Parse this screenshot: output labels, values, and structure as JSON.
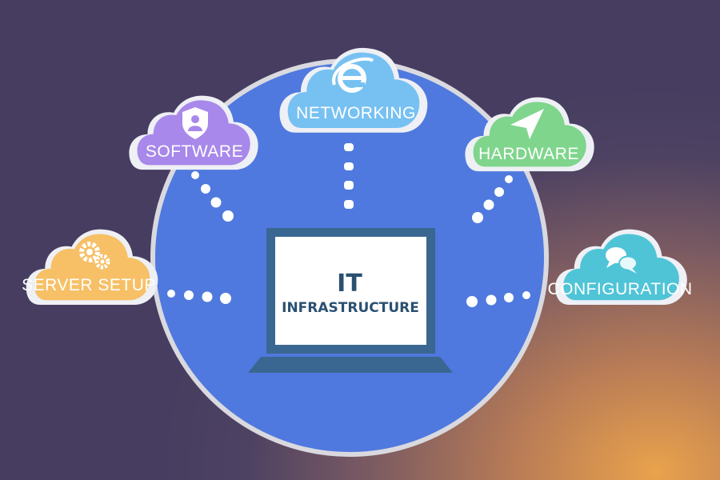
{
  "colors": {
    "circle": "#4f79de",
    "circle_border": "#d9d9df",
    "laptop": "#3a6791",
    "screen": "#ffffff",
    "software": "#a888ea",
    "networking": "#77c1f2",
    "hardware": "#7fd58c",
    "server_setup": "#f7c066",
    "configuration": "#4fc4d7",
    "dots": "#ffffff"
  },
  "center": {
    "title": "IT",
    "subtitle": "INFRASTRUCTURE"
  },
  "clouds": {
    "networking": {
      "label": "NETWORKING",
      "icon": "internet-explorer-icon"
    },
    "software": {
      "label": "SOFTWARE",
      "icon": "shield-user-icon"
    },
    "hardware": {
      "label": "HARDWARE",
      "icon": "paper-plane-icon"
    },
    "server_setup": {
      "label": "SERVER SETUP",
      "icon": "gears-icon"
    },
    "configuration": {
      "label": "CONFIGURATION",
      "icon": "chat-bubbles-icon"
    }
  }
}
